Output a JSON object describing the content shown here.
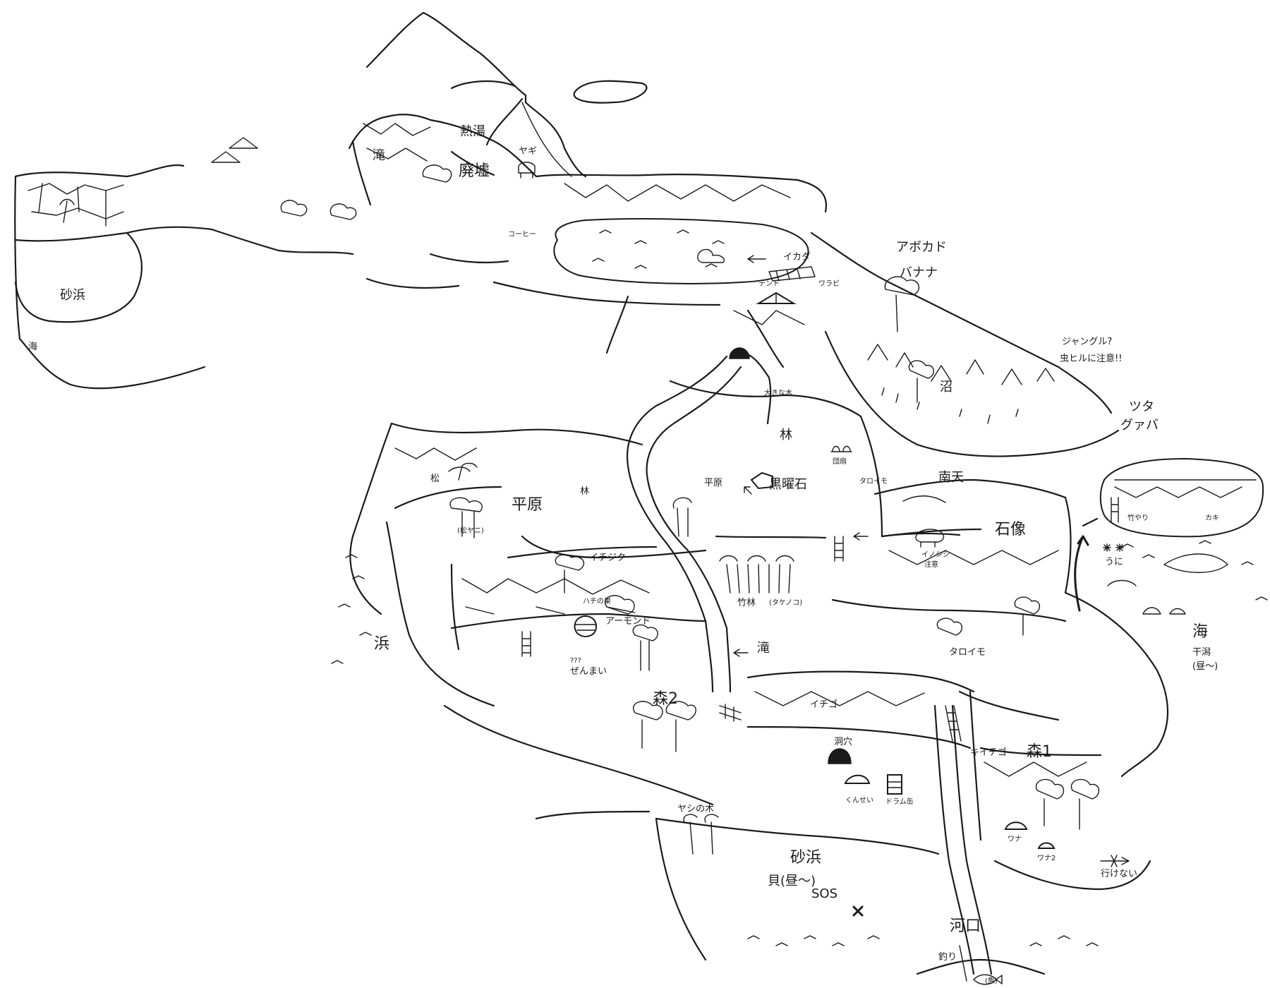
{
  "labels": {
    "sand_beach_nw": "砂浜",
    "sea_w": "海",
    "waterfall_top": "滝",
    "hot_spring": "熱湯",
    "ruins": "廃墟",
    "goat": "ヤギ",
    "coffee": "コーヒー",
    "raft": "イカダ",
    "tent": "テント",
    "bracken": "ワラビ",
    "avocado": "アボカド",
    "banana": "バナナ",
    "jungle": "ジャングル?",
    "leech_warning": "虫ヒルに注意!!",
    "swamp": "沼",
    "ivy": "ツタ",
    "guava": "グァバ",
    "big_tree": "大きな木",
    "woods_a": "林",
    "cactus": "団扇",
    "obsidian": "黒曜石",
    "taro_top": "タロイモ",
    "plain_center": "平原",
    "pine": "松",
    "plain_west": "平原",
    "woods_b": "林",
    "pine_resin": "(松ヤニ)",
    "fig": "イチジク",
    "bee_nest": "ハチの巣",
    "almond": "アーモンド",
    "fern": "ぜんまい",
    "fern_q": "???",
    "beach_w": "浜",
    "bamboo_forest": "竹林",
    "bamboo_shoot": "(タケノコ)",
    "waterfall_mid": "滝",
    "shelter": "南天",
    "stone_statue": "石像",
    "boar": "イノシシ",
    "boar_warning": "注意",
    "bamboo_trap": "竹やり",
    "oyster": "カキ",
    "urchin": "うに",
    "sea_e": "海",
    "tidal_flat": "干潟",
    "tidal_time": "(昼～)",
    "taro_bottom": "タロイモ",
    "forest2": "森2",
    "strawberry": "イチゴ",
    "cave": "洞穴",
    "raspberry": "キイチゴ",
    "forest1": "森1",
    "smoked": "くんせい",
    "drum": "ドラム缶",
    "palm": "ヤシの木",
    "trap1": "ワナ",
    "trap2": "ワナ2",
    "no_entry": "行けない",
    "sand_beach_s": "砂浜",
    "shell": "貝(昼～)",
    "sos": "SOS",
    "river_mouth": "河口",
    "fishing": "釣り",
    "fish": "(魚)"
  }
}
